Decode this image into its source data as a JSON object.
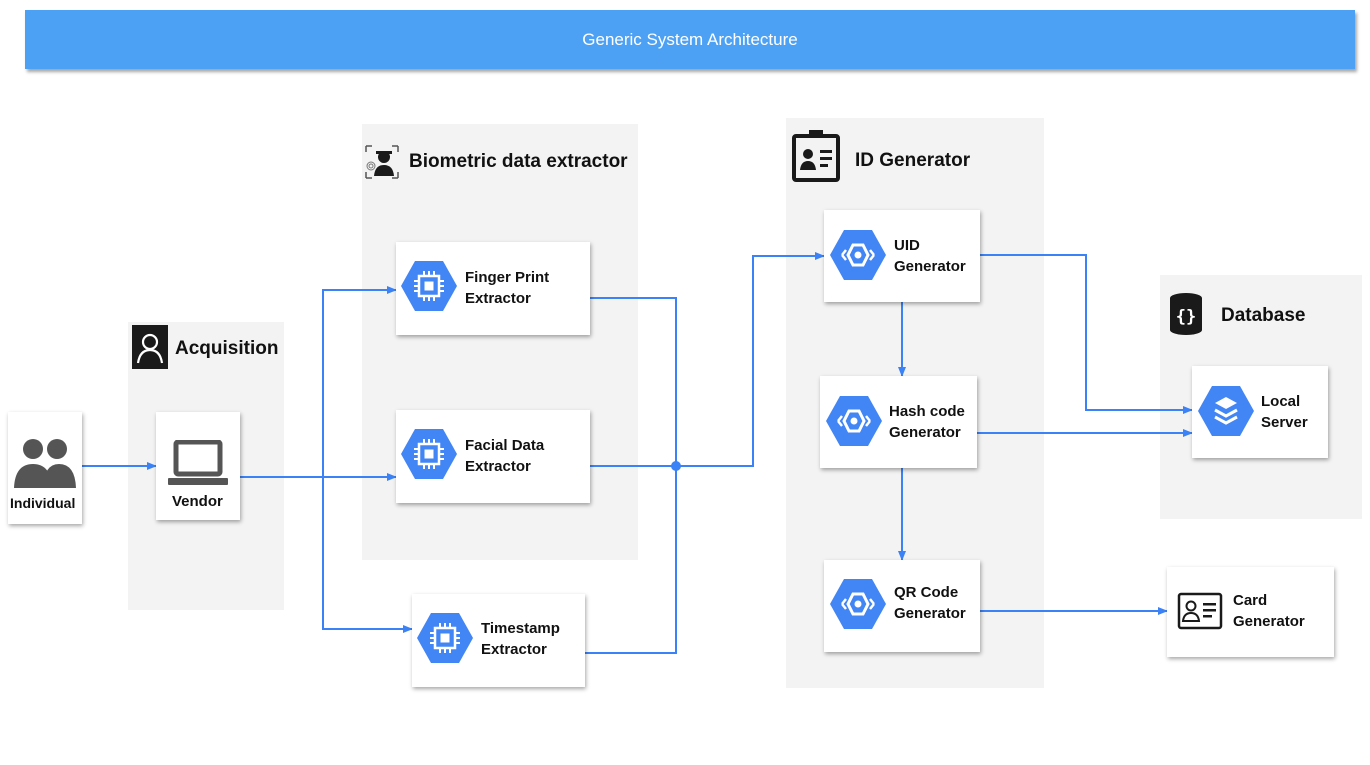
{
  "title": "Generic System Architecture",
  "groups": {
    "acquisition": "Acquisition",
    "biometric": "Biometric data extractor",
    "id_generator": "ID Generator",
    "database": "Database"
  },
  "nodes": {
    "individual": "Individual",
    "vendor": "Vendor",
    "finger_print": "Finger Print\nExtractor",
    "facial": "Facial Data\nExtractor",
    "timestamp": "Timestamp\nExtractor",
    "uid": "UID\nGenerator",
    "hash": "Hash code\nGenerator",
    "qr": "QR Code\nGenerator",
    "local_server": "Local\nServer",
    "card": "Card\nGenerator"
  },
  "colors": {
    "banner": "#4da1f5",
    "connector": "#3b82f6",
    "hex_icon": "#4285f4",
    "group_bg": "#f3f3f3"
  },
  "icons": {
    "individual": "people-icon",
    "vendor": "laptop-icon",
    "extractor": "compute-engine-icon",
    "generator": "api-endpoint-icon",
    "storage": "storage-stack-icon",
    "card": "id-card-icon",
    "acquisition": "person-outline-icon",
    "biometric": "biometric-user-icon",
    "id_generator": "id-badge-icon",
    "database": "database-braces-icon"
  }
}
